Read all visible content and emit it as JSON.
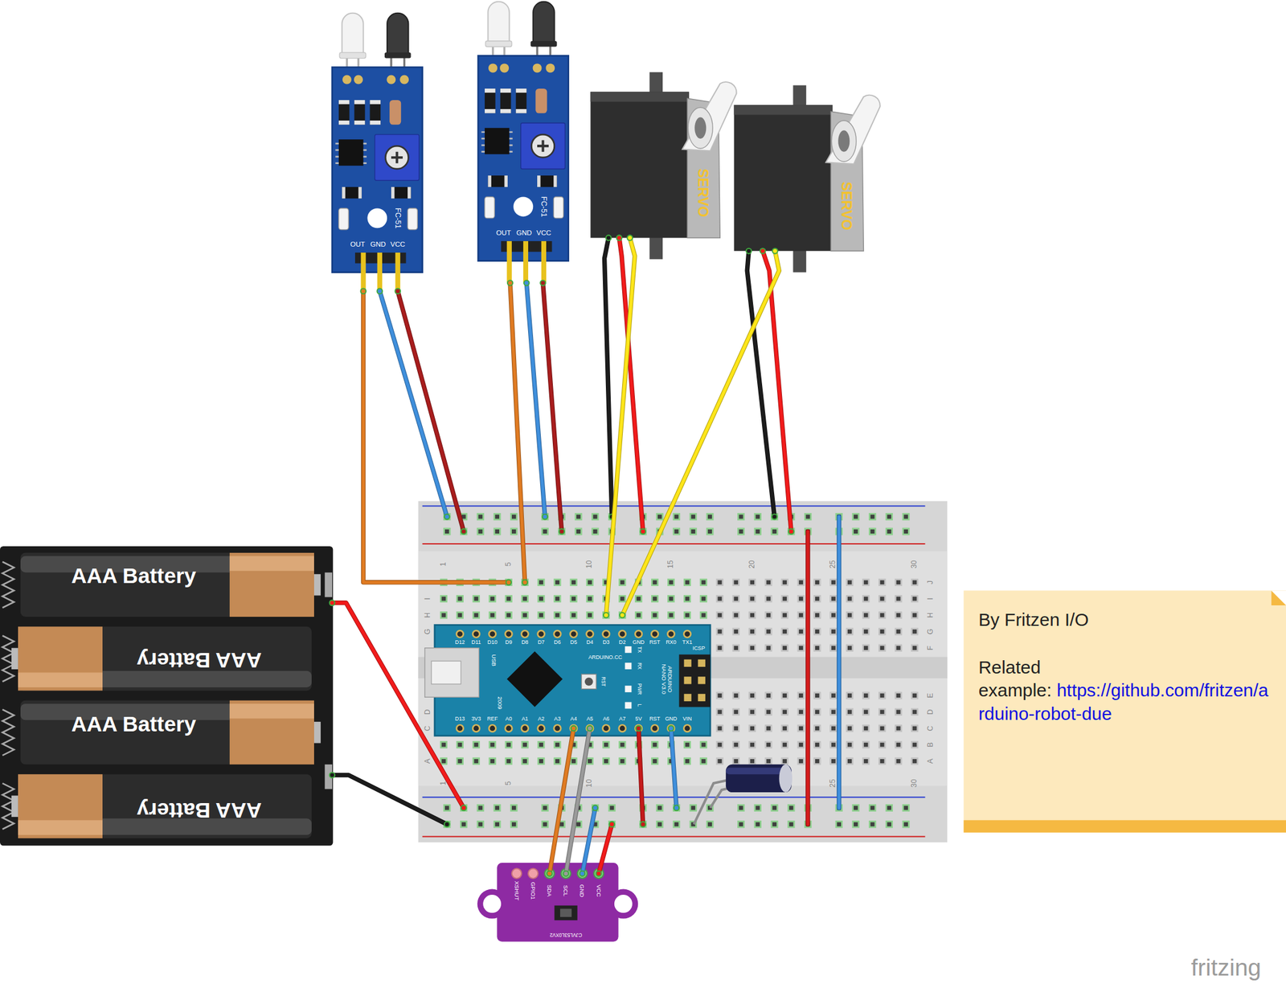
{
  "diagram": {
    "nodes": [
      {
        "text": [
          "FC-51",
          "OUT",
          "GND",
          "VCC"
        ]
      },
      {
        "text": [
          "FC-51",
          "OUT",
          "GND",
          "VCC"
        ]
      },
      {
        "text": [
          "SERVO"
        ]
      },
      {
        "text": [
          "SERVO"
        ]
      },
      {
        "text": [
          "AAA Battery"
        ]
      },
      {
        "text": [
          "AAA Battery"
        ]
      },
      {
        "text": [
          "AAA Battery"
        ]
      },
      {
        "text": [
          "AAA Battery"
        ]
      },
      {
        "text": [
          "1",
          "5",
          "10",
          "15",
          "20",
          "25",
          "30",
          "I",
          "H",
          "G",
          "J",
          "I",
          "H",
          "G",
          "F",
          "D",
          "C",
          "A",
          "E",
          "D",
          "C",
          "B",
          "A",
          "1",
          "5",
          "10",
          "25",
          "30"
        ]
      },
      {
        "text": [
          "D12",
          "D11",
          "D10",
          "D9",
          "D8",
          "D7",
          "D6",
          "D5",
          "D4",
          "D3",
          "D2",
          "GND",
          "RST",
          "RX0",
          "TX1",
          "ARDUINO.CC",
          "USB",
          "2009",
          "RST",
          "TX",
          "RX",
          "PWR",
          "L",
          "ARDUINO NANO V3.0",
          "ICSP",
          "D13",
          "3V3",
          "REF",
          "A0",
          "A1",
          "A2",
          "A3",
          "A4",
          "A5",
          "A6",
          "A7",
          "5V",
          "RST",
          "GND",
          "VIN"
        ],
        "in": 8
      },
      {
        "text": [
          "XSHUT",
          "GPIO1",
          "SDA",
          "SCL",
          "GND",
          "VCC",
          "CJVL53L0XV2"
        ]
      },
      {
        "text": [
          "By Fritzen I/O",
          "Related example:",
          "https://github.com/fritzen/arduino-robot-due"
        ]
      }
    ],
    "edges": [
      {
        "from": 0,
        "to": 8,
        "arrow": "none"
      },
      {
        "from": 0,
        "to": 8,
        "arrow": "none"
      },
      {
        "from": 0,
        "to": 8,
        "arrow": "none"
      },
      {
        "from": 1,
        "to": 8,
        "arrow": "none"
      },
      {
        "from": 1,
        "to": 8,
        "arrow": "none"
      },
      {
        "from": 1,
        "to": 8,
        "arrow": "none"
      },
      {
        "from": 2,
        "to": 8,
        "arrow": "none"
      },
      {
        "from": 2,
        "to": 8,
        "arrow": "none"
      },
      {
        "from": 2,
        "to": 8,
        "arrow": "none"
      },
      {
        "from": 3,
        "to": 8,
        "arrow": "none"
      },
      {
        "from": 3,
        "to": 8,
        "arrow": "none"
      },
      {
        "from": 3,
        "to": 8,
        "arrow": "none"
      },
      {
        "from": 4,
        "to": 8,
        "arrow": "none"
      },
      {
        "from": 7,
        "to": 8,
        "arrow": "none"
      },
      {
        "from": 10,
        "to": 9,
        "arrow": "none"
      },
      {
        "from": 10,
        "to": 9,
        "arrow": "none"
      },
      {
        "from": 10,
        "to": 8,
        "arrow": "none"
      },
      {
        "from": 10,
        "to": 8,
        "arrow": "none"
      },
      {
        "from": 9,
        "to": 8,
        "arrow": "none"
      },
      {
        "from": 9,
        "to": 8,
        "arrow": "none"
      }
    ],
    "labels": [
      "fritzing"
    ]
  }
}
